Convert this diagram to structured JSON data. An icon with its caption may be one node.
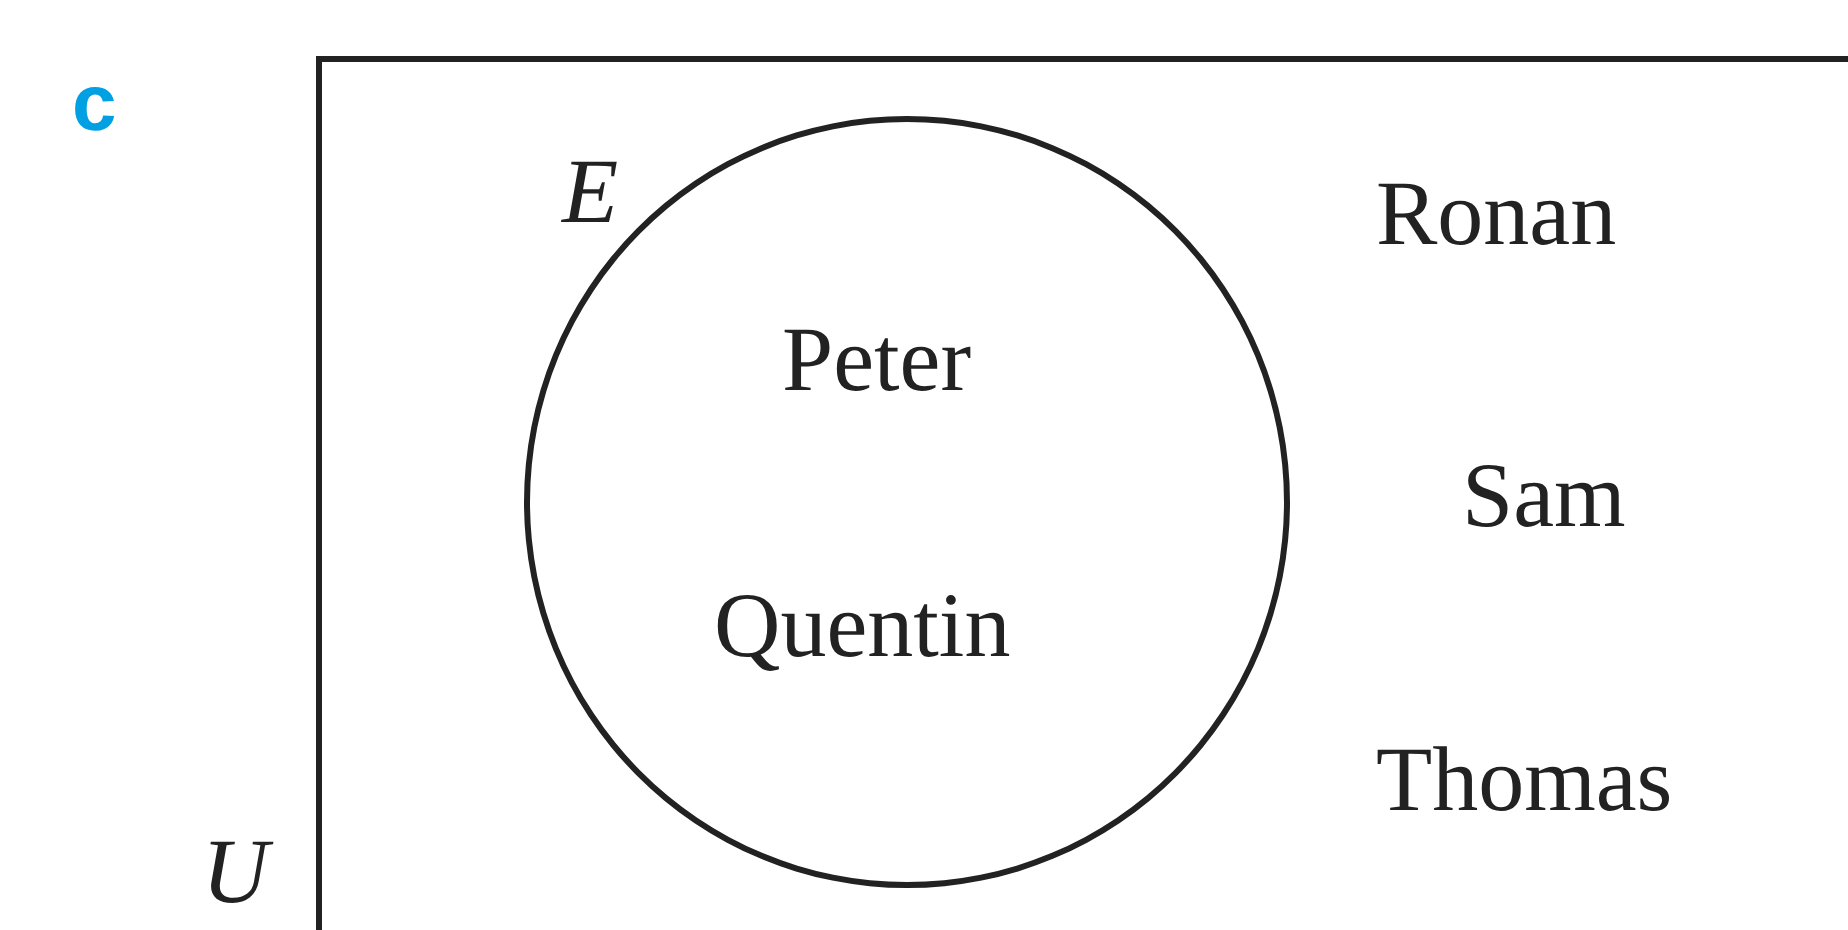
{
  "diagram": {
    "nodes": [
      {
        "text": [
          "U"
        ]
      },
      {
        "text": [
          "E",
          "Peter",
          "Quentin"
        ],
        "in": 0
      }
    ],
    "labels": [
      "c",
      "Ronan",
      "Sam",
      "Thomas"
    ]
  }
}
